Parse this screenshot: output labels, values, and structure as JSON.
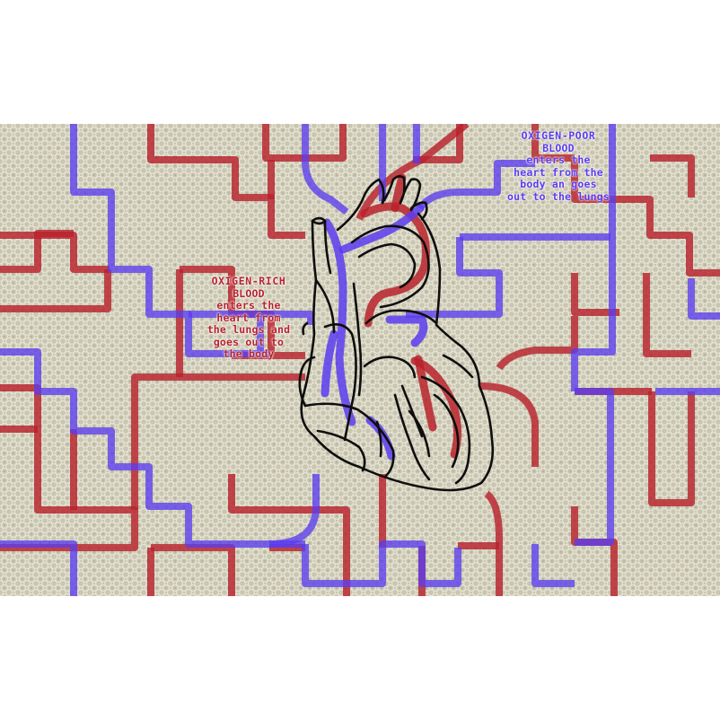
{
  "colors": {
    "background": "#c9c5b0",
    "oxygen_rich": "#b8222c",
    "oxygen_poor": "#5a3cf0",
    "outline": "#0e0e0e"
  },
  "labels": {
    "oxygen_rich": {
      "heading": "OXIGEN-RICH",
      "lines": [
        "BLOOD",
        "enters the",
        "heart from",
        "the lungs and",
        "goes out to",
        "the body"
      ]
    },
    "oxygen_poor": {
      "heading": "OXIGEN-POOR",
      "lines": [
        "BLOOD",
        "enters the",
        "heart from the",
        "body an goes",
        "out to the lungs"
      ]
    }
  },
  "icons": [
    "heart-icon"
  ]
}
